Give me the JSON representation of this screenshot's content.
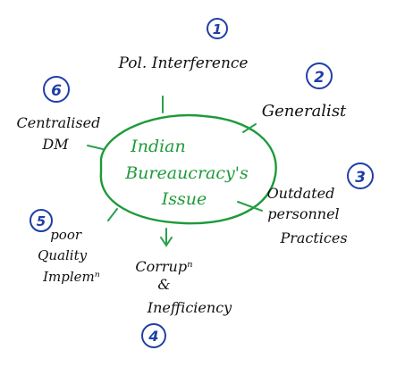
{
  "colors": {
    "ink": "#111111",
    "center": "#1e9a3a",
    "number": "#1f3fa6",
    "background": "#ffffff"
  },
  "center": {
    "lines": [
      "Indian",
      "Bureaucracy's",
      "Issue"
    ]
  },
  "issues": [
    {
      "number": "1",
      "lines": [
        "Pol. Interference"
      ]
    },
    {
      "number": "2",
      "lines": [
        "Generalist"
      ]
    },
    {
      "number": "3",
      "lines": [
        "Outdated",
        "personnel",
        "Practices"
      ]
    },
    {
      "number": "4",
      "lines": [
        "Corrupⁿ",
        "&",
        "Inefficiency"
      ]
    },
    {
      "number": "5",
      "lines": [
        "poor",
        "Quality",
        "Implemⁿ"
      ]
    },
    {
      "number": "6",
      "lines": [
        "Centralised",
        "DM"
      ]
    }
  ]
}
